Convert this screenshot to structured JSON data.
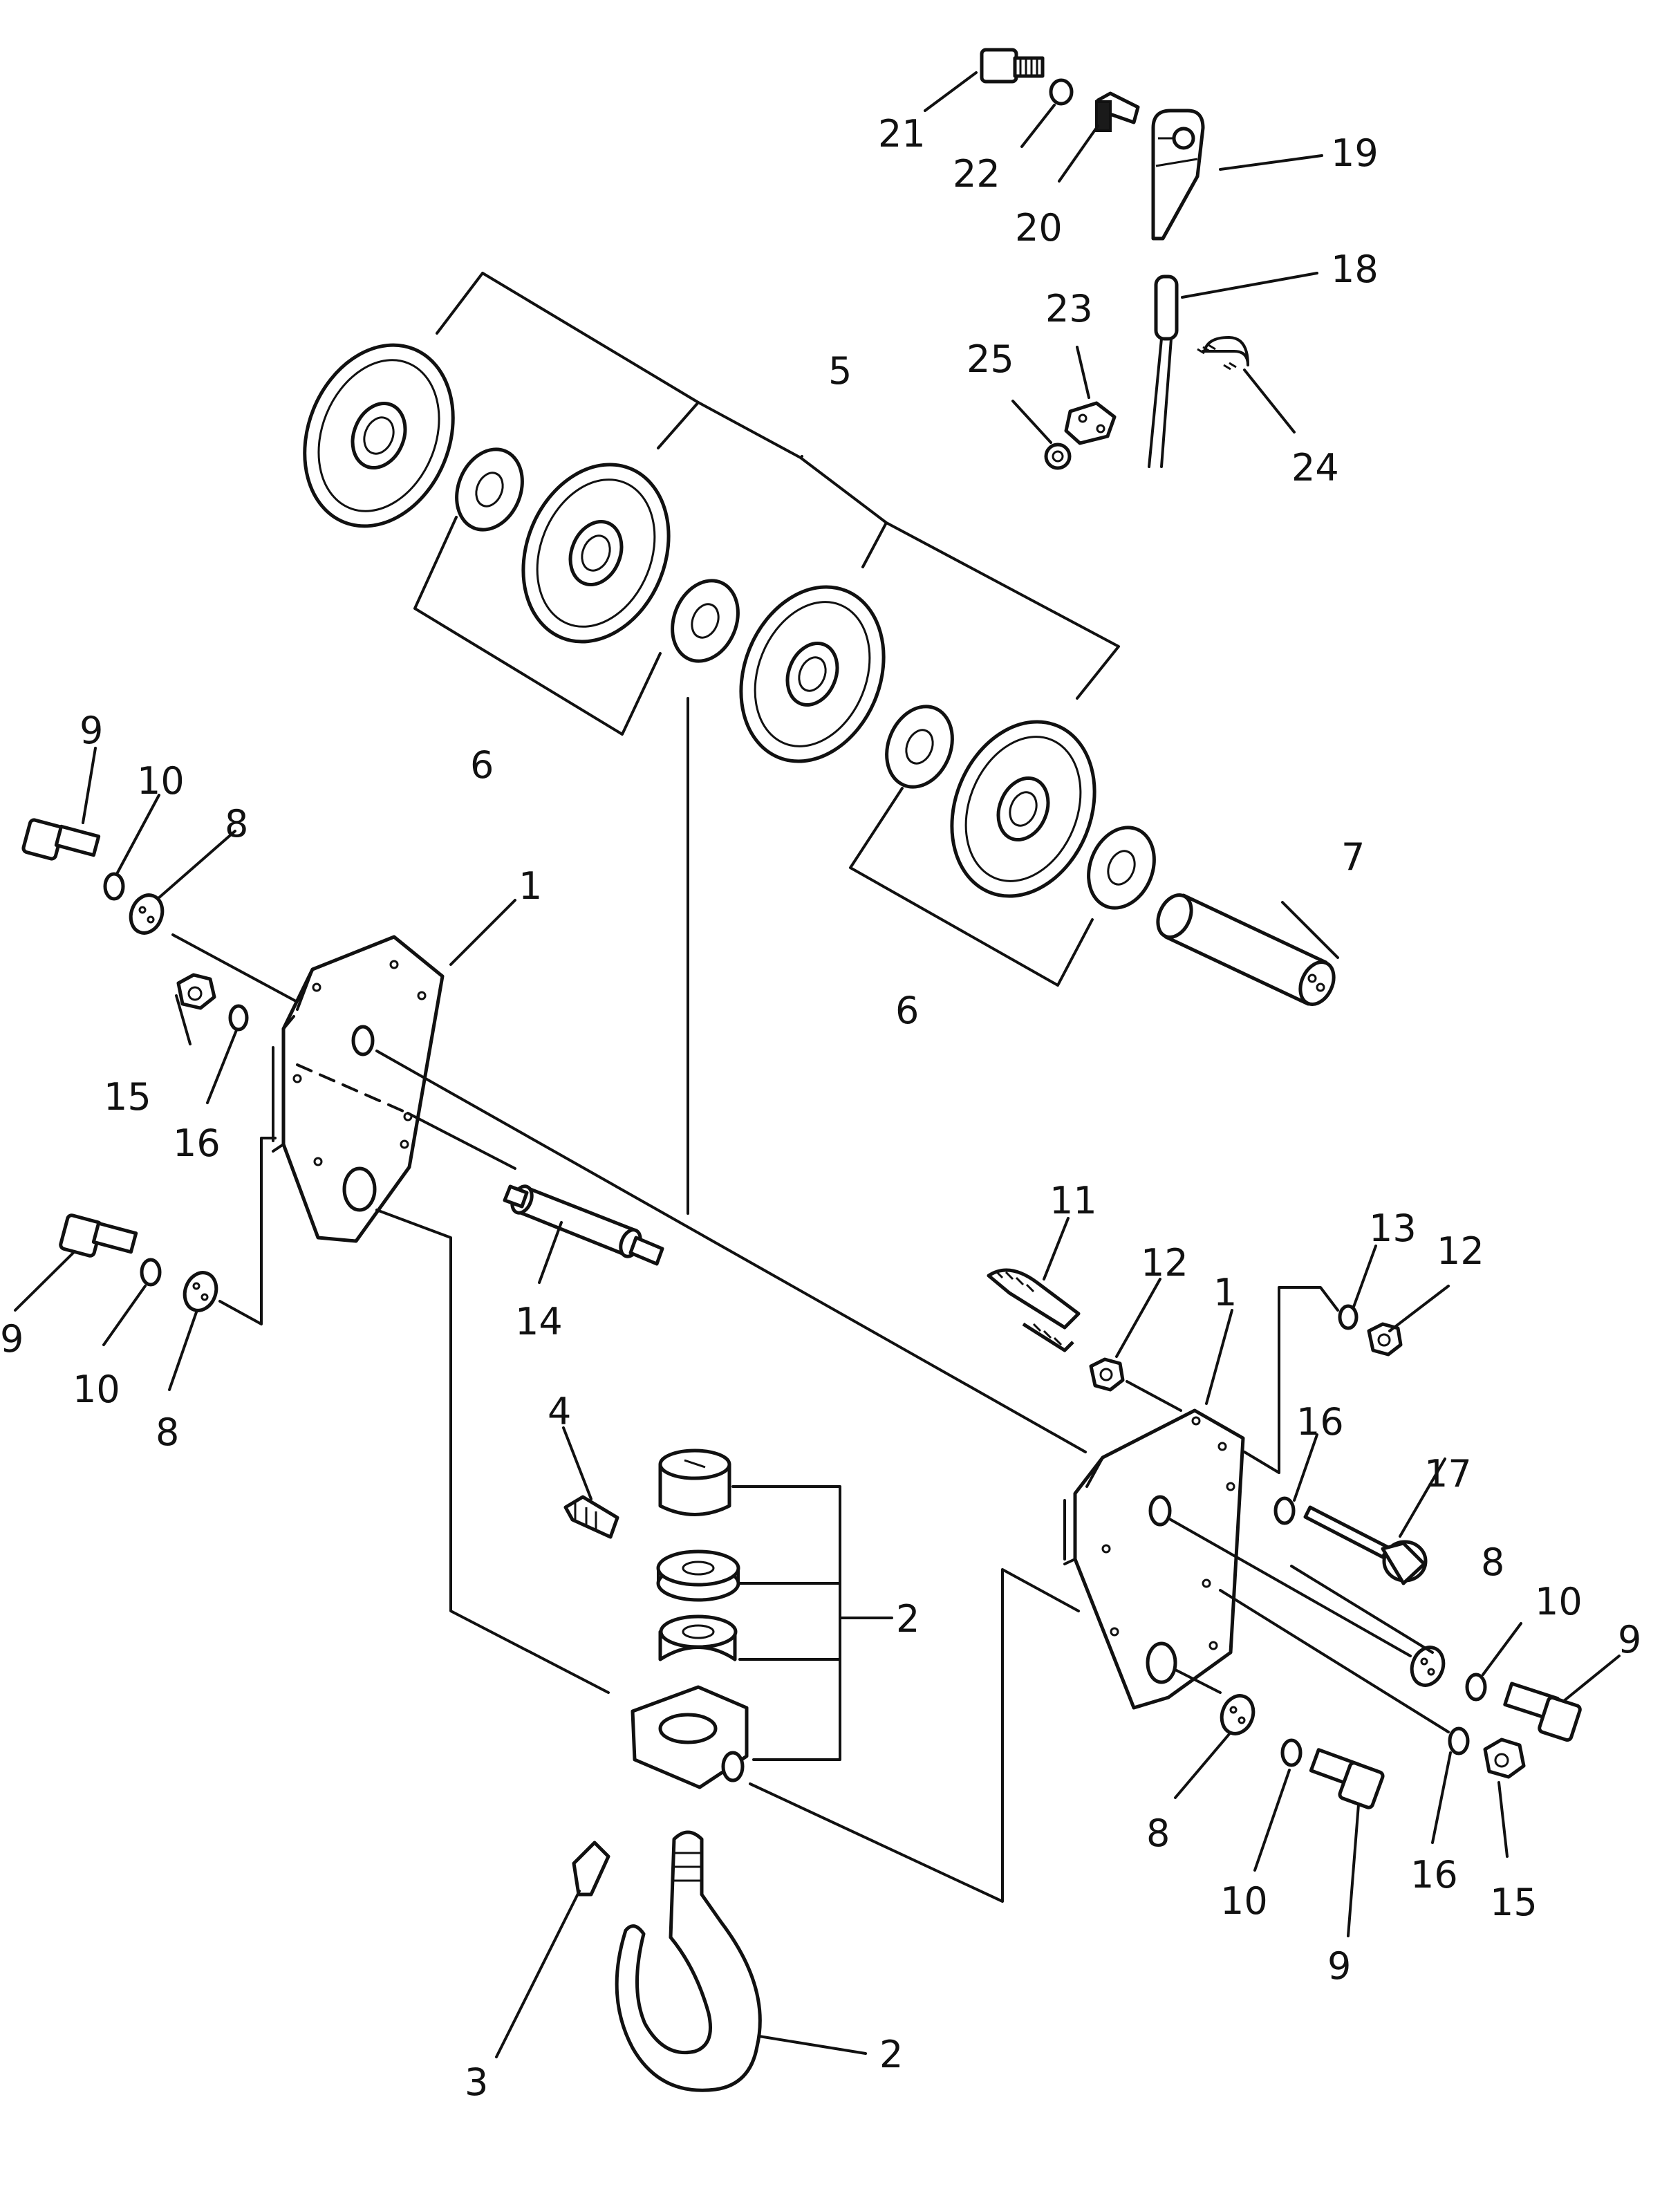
{
  "callouts": [
    {
      "id": "c1",
      "label": "21"
    },
    {
      "id": "c2",
      "label": "22"
    },
    {
      "id": "c3",
      "label": "20"
    },
    {
      "id": "c4",
      "label": "19"
    },
    {
      "id": "c5",
      "label": "18"
    },
    {
      "id": "c6",
      "label": "23"
    },
    {
      "id": "c7",
      "label": "25"
    },
    {
      "id": "c8",
      "label": "24"
    },
    {
      "id": "c9",
      "label": "5"
    },
    {
      "id": "c10",
      "label": "6"
    },
    {
      "id": "c11",
      "label": "6"
    },
    {
      "id": "c12",
      "label": "7"
    },
    {
      "id": "c13",
      "label": "9"
    },
    {
      "id": "c14",
      "label": "10"
    },
    {
      "id": "c15",
      "label": "8"
    },
    {
      "id": "c16",
      "label": "1"
    },
    {
      "id": "c17",
      "label": "15"
    },
    {
      "id": "c18",
      "label": "16"
    },
    {
      "id": "c19",
      "label": "9"
    },
    {
      "id": "c20",
      "label": "10"
    },
    {
      "id": "c21",
      "label": "8"
    },
    {
      "id": "c22",
      "label": "14"
    },
    {
      "id": "c23",
      "label": "11"
    },
    {
      "id": "c24",
      "label": "12"
    },
    {
      "id": "c25",
      "label": "13"
    },
    {
      "id": "c26",
      "label": "12"
    },
    {
      "id": "c27",
      "label": "1"
    },
    {
      "id": "c28",
      "label": "16"
    },
    {
      "id": "c29",
      "label": "17"
    },
    {
      "id": "c30",
      "label": "4"
    },
    {
      "id": "c31",
      "label": "2"
    },
    {
      "id": "c32",
      "label": "8"
    },
    {
      "id": "c33",
      "label": "10"
    },
    {
      "id": "c34",
      "label": "9"
    },
    {
      "id": "c35",
      "label": "8"
    },
    {
      "id": "c36",
      "label": "10"
    },
    {
      "id": "c37",
      "label": "9"
    },
    {
      "id": "c38",
      "label": "16"
    },
    {
      "id": "c39",
      "label": "15"
    },
    {
      "id": "c40",
      "label": "3"
    },
    {
      "id": "c41",
      "label": "2"
    }
  ]
}
